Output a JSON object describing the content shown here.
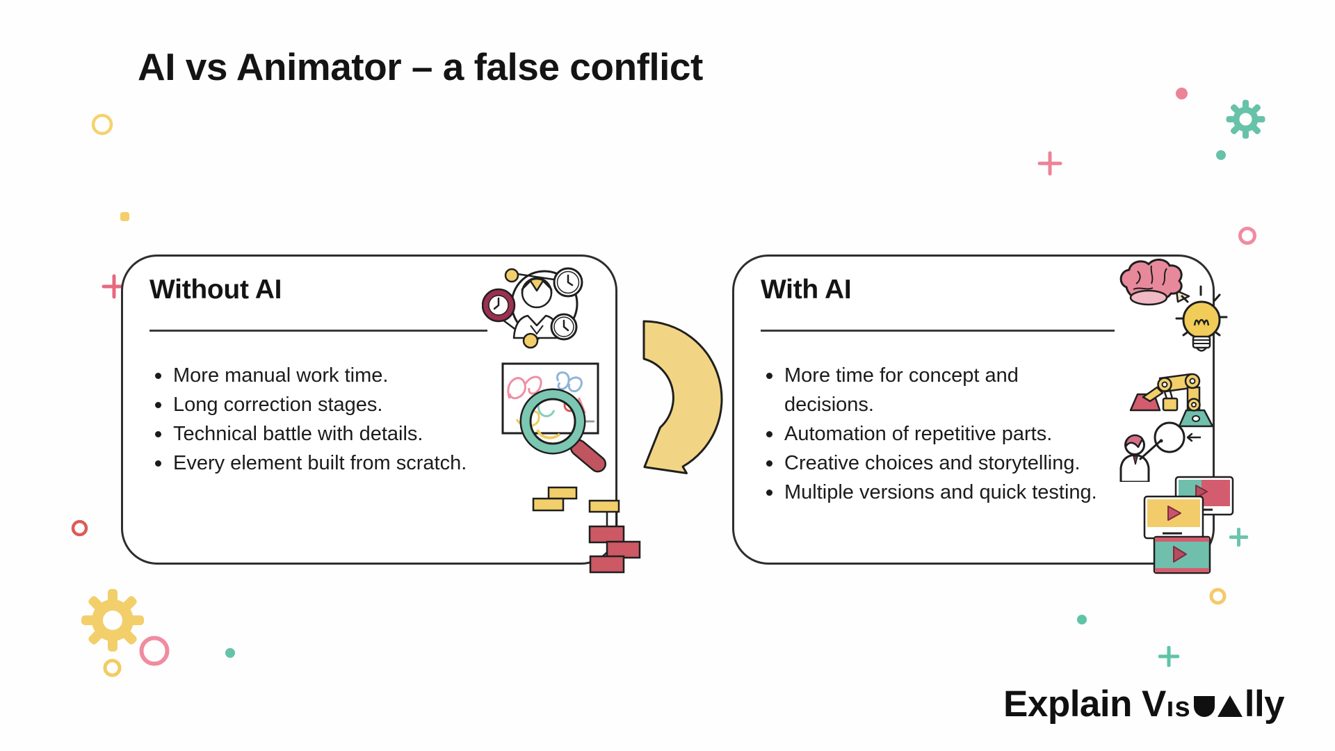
{
  "title": "AI vs Animator – a false conflict",
  "cards": {
    "left": {
      "heading": "Without AI",
      "bullets": [
        "More manual work time.",
        "Long correction stages.",
        "Technical battle with details.",
        "Every element built from scratch."
      ],
      "icons": [
        "deadline-clocks-icon",
        "review-magnifier-icon",
        "building-blocks-icon"
      ]
    },
    "right": {
      "heading": "With AI",
      "bullets": [
        "More time for concept and\ndecisions.",
        "Automation of repetitive parts.",
        "Creative choices and storytelling.",
        "Multiple versions and quick testing."
      ],
      "icons": [
        "brain-idea-icon",
        "robot-arm-icon",
        "creative-drawing-icon",
        "video-versions-icon"
      ]
    }
  },
  "connector": {
    "type": "curved-arrow",
    "direction": "right-to-left",
    "color": "#F2D584"
  },
  "logo": {
    "explain": "Explain",
    "v": "V",
    "is": "ıs",
    "lly": "lly",
    "full": "Explain Visually"
  },
  "palette": {
    "ink": "#1F1F1F",
    "yellow": "#F2CF6B",
    "pink": "#EC8396",
    "teal": "#66C2A8",
    "red": "#CC5964",
    "maroon": "#9B3050",
    "arrow_yellow": "#F2D584"
  }
}
